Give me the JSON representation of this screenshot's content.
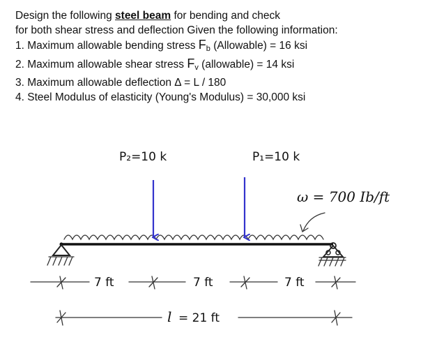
{
  "problem": {
    "intro_before": "Design the following ",
    "intro_emphasis": "steel beam",
    "intro_after": " for bending and check",
    "intro_line2": "for both shear stress and deflection Given the following information:",
    "items": [
      {
        "prefix": "1. Maximum allowable bending stress ",
        "symbol": "F",
        "subscript": "b",
        "suffix": " (Allowable) = 16 ksi"
      },
      {
        "prefix": "2. Maximum allowable shear stress  ",
        "symbol": "F",
        "subscript": "v",
        "suffix": " (allowable)  = 14 ksi"
      },
      {
        "text": "3. Maximum allowable deflection  Δ  = L / 180"
      },
      {
        "text": "4. Steel Modulus of elasticity (Young's Modulus) = 30,000 ksi"
      }
    ]
  },
  "diagram": {
    "loads": [
      {
        "label": "P₂=10 k",
        "magnitude_k": 10,
        "position_ft": 7
      },
      {
        "label": "P₁=10 k",
        "magnitude_k": 10,
        "position_ft": 14
      }
    ],
    "distributed_load": {
      "label": "ω = 700 Ib/ft",
      "value_lb_per_ft": 700
    },
    "spans": [
      {
        "label": "7 ft",
        "length_ft": 7
      },
      {
        "label": "7 ft",
        "length_ft": 7
      },
      {
        "label": "7 ft",
        "length_ft": 7
      }
    ],
    "total_length": {
      "symbol": "l",
      "label": "= 21 ft",
      "length_ft": 21
    },
    "colors": {
      "load_arrow": "#3333cc",
      "beam": "#111111"
    }
  }
}
